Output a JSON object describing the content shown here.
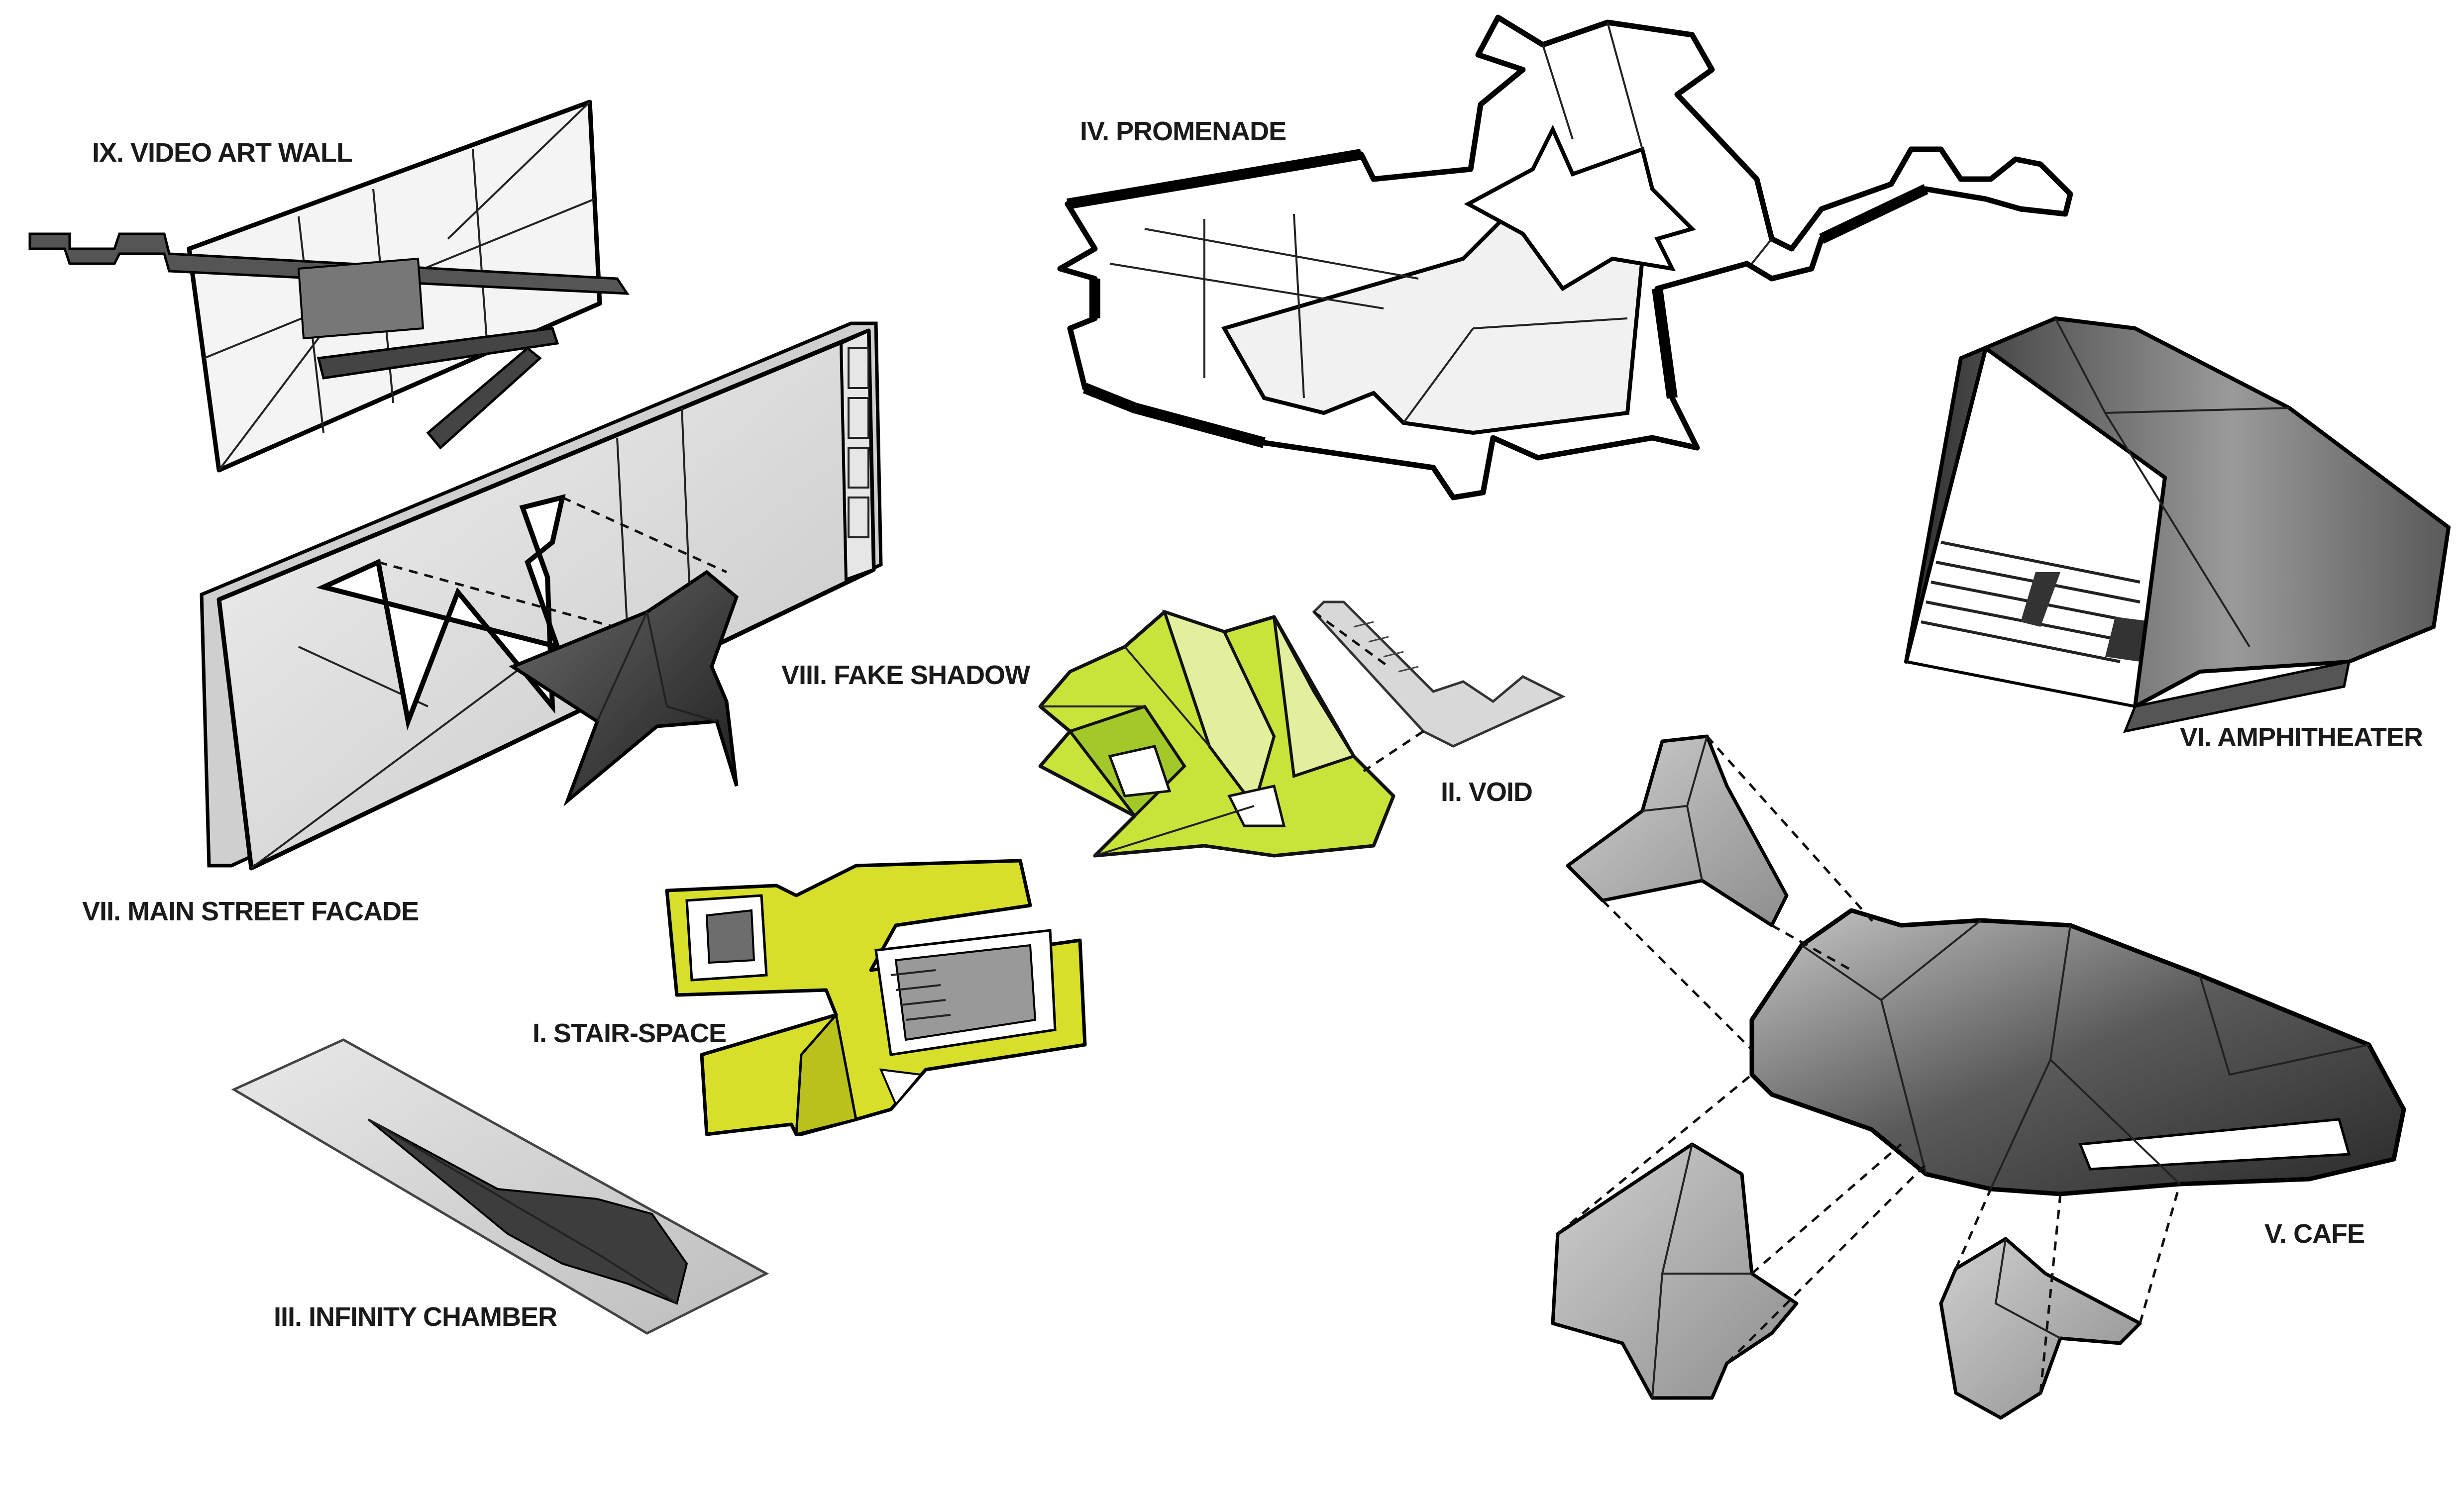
{
  "labels": {
    "video_art_wall": "IX. VIDEO ART WALL",
    "promenade": "IV. PROMENADE",
    "fake_shadow": "VIII. FAKE SHADOW",
    "main_street_facade": "VII. MAIN STREET FACADE",
    "void": "II. VOID",
    "amphitheater": "VI. AMPHITHEATER",
    "stair_space": "I. STAIR-SPACE",
    "infinity_chamber": "III. INFINITY CHAMBER",
    "cafe": "V. CAFE"
  },
  "colors": {
    "background": "#ffffff",
    "outline": "#000000",
    "light_grey": "#d9d9d9",
    "mid_grey": "#9a9a9a",
    "dark_grey": "#3a3a3a",
    "void_green": "#b4d62a",
    "void_light_green": "#e6f09a",
    "stair_yellow": "#d9e22a"
  }
}
